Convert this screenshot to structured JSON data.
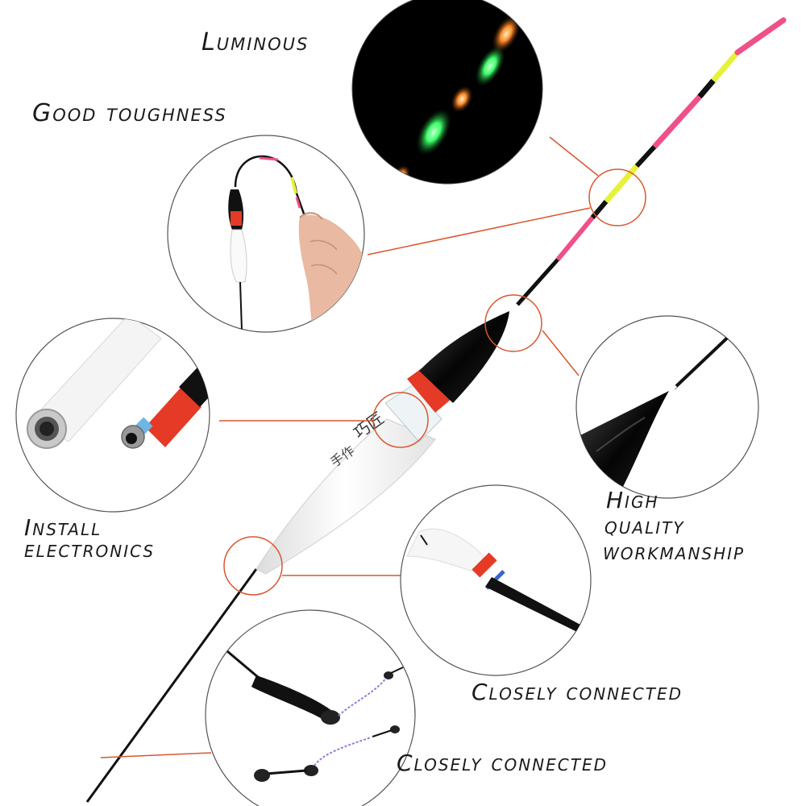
{
  "features": {
    "luminous": "Luminous",
    "toughness": "Good toughness",
    "install_line1": "Install",
    "install_line2": "electronics",
    "quality_line1": "High",
    "quality_line2": "quality",
    "quality_line3": "workmanship",
    "connected_top": "Closely connected",
    "connected_bottom": "Closely connected"
  },
  "float_marking": {
    "line1": "巧匠",
    "line2": "手作"
  },
  "colors": {
    "accent_line": "#d9572f",
    "tip_pink": "#f0508a",
    "tip_yellow": "#e6f23a",
    "body_red": "#e53a26",
    "glow_green": "#3dff6a",
    "glow_orange": "#ff8a2a"
  }
}
